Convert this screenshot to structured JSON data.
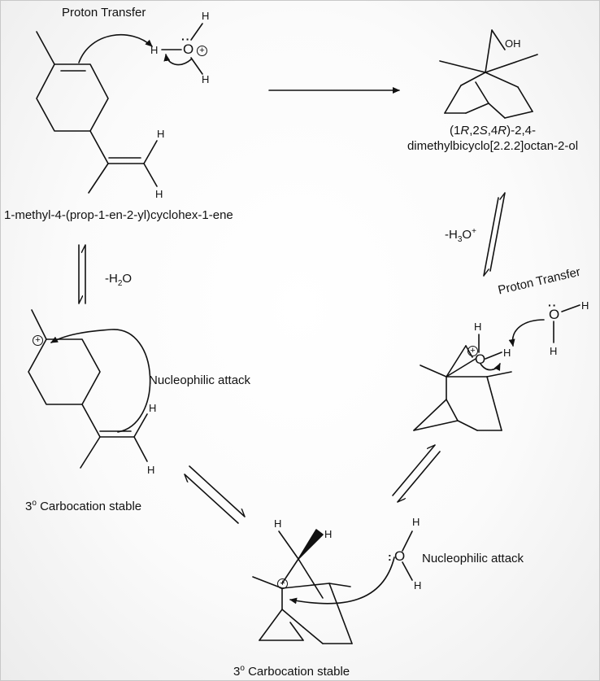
{
  "labels": {
    "proton_transfer_top": "Proton Transfer",
    "proton_transfer_right": "Proton Transfer",
    "start_compound": "1-methyl-4-(prop-1-en-2-yl)cyclohex-1-ene",
    "product_line1_a": "(1",
    "product_line1_r": "R",
    "product_line1_b": ",2",
    "product_line1_s": "S",
    "product_line1_c": ",4",
    "product_line1_r2": "R",
    "product_line1_d": ")-2,4-",
    "product_line2": "dimethylbicyclo[2.2.2]octan-2-ol",
    "minus_h2o_prefix": "-H",
    "minus_h2o_sub": "2",
    "minus_h2o_suffix": "O",
    "minus_h3o_prefix": "-H",
    "minus_h3o_sub": "3",
    "minus_h3o_mid": "O",
    "minus_h3o_sup": "+",
    "nucleophilic_attack_left": "Nucleophilic attack",
    "nucleophilic_attack_bottom": "Nucleophilic attack",
    "carbocation_left_prefix": "3",
    "carbocation_left_sup": "o",
    "carbocation_left_suffix": " Carbocation stable",
    "carbocation_bottom_prefix": "3",
    "carbocation_bottom_sup": "o",
    "carbocation_bottom_suffix": " Carbocation stable"
  },
  "atoms": {
    "h": "H",
    "o": "O",
    "oh": "OH",
    "plus": "+",
    "lone_pair": "··"
  },
  "colors": {
    "line": "#111111",
    "background": "#ffffff",
    "frame": "#c8c8c8"
  }
}
